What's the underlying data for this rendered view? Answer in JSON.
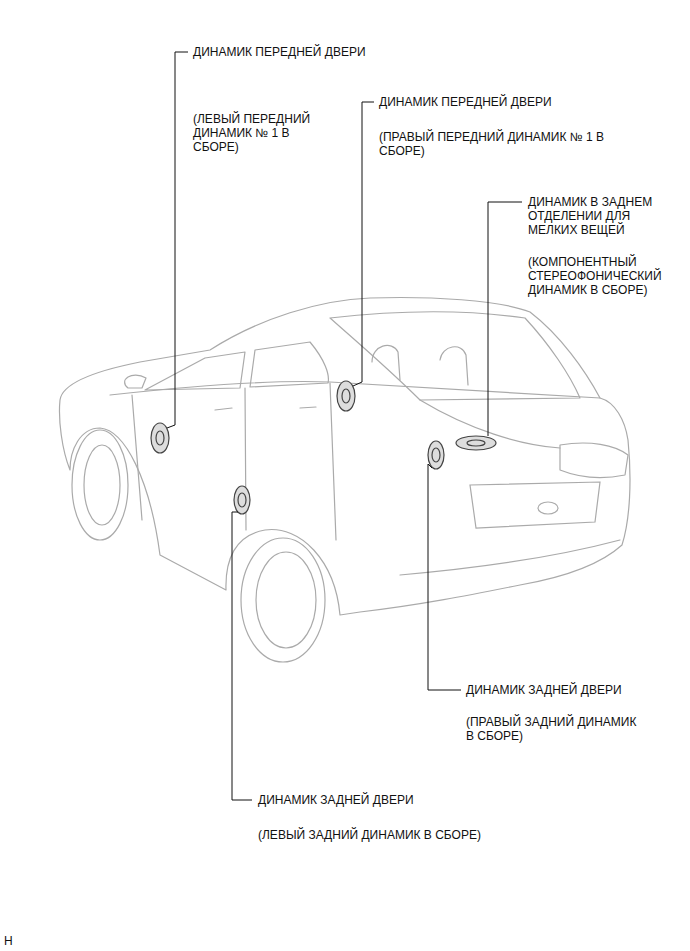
{
  "diagram": {
    "labels": [
      "ДИНАМИК ПЕРЕДНЕЙ ДВЕРИ",
      "(ЛЕВЫЙ ПЕРЕДНИЙ ДИНАМИК № 1 В СБОРЕ)",
      "ДИНАМИК ПЕРЕДНЕЙ ДВЕРИ",
      "(ПРАВЫЙ ПЕРЕДНИЙ ДИНАМИК № 1 В СБОРЕ)",
      "ДИНАМИК В ЗАДНЕМ ОТДЕЛЕНИИ ДЛЯ МЕЛКИХ ВЕЩЕЙ",
      "(КОМПОНЕНТНЫЙ СТЕРЕОФОНИЧЕСКИЙ ДИНАМИК В СБОРЕ)",
      "ДИНАМИК ЗАДНЕЙ ДВЕРИ",
      "(ПРАВЫЙ ЗАДНИЙ ДИНАМИК В СБОРЕ)",
      "ДИНАМИК ЗАДНЕЙ ДВЕРИ",
      "(ЛЕВЫЙ ЗАДНИЙ ДИНАМИК В СБОРЕ)",
      "H"
    ]
  }
}
